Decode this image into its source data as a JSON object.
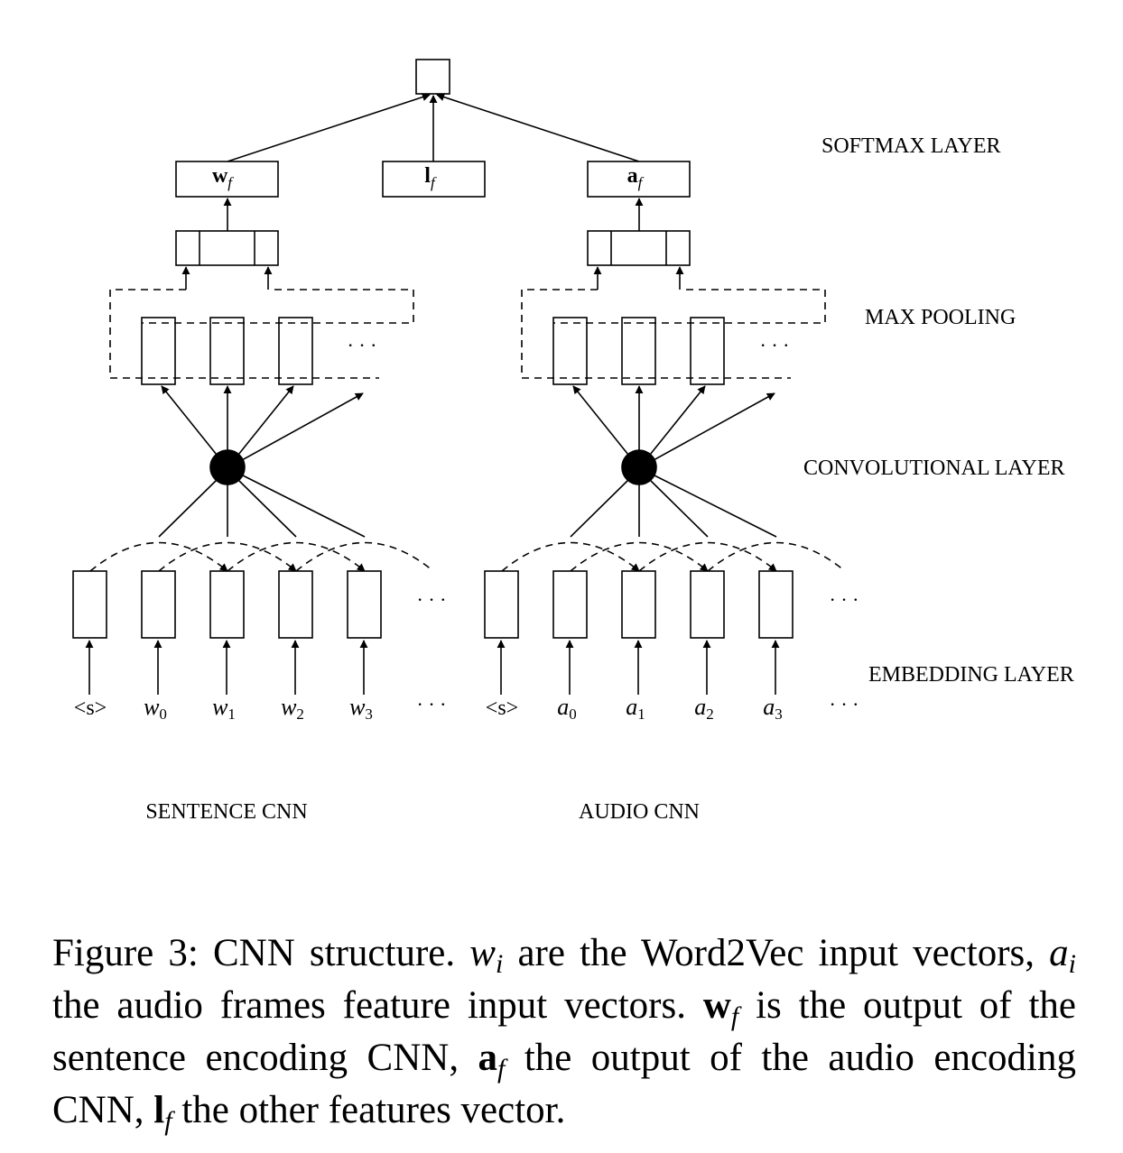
{
  "layer_labels": {
    "softmax": "SOFTMAX LAYER",
    "max_pooling": "MAX POOLING",
    "convolutional": "CONVOLUTIONAL LAYER",
    "embedding": "EMBEDDING LAYER"
  },
  "branch_labels": {
    "sentence": "SENTENCE CNN",
    "audio": "AUDIO CNN"
  },
  "output_vectors": {
    "wf": {
      "base": "w",
      "sub": "f"
    },
    "lf": {
      "base": "l",
      "sub": "f"
    },
    "af": {
      "base": "a",
      "sub": "f"
    }
  },
  "sentence_inputs": [
    {
      "text": "<s>"
    },
    {
      "base": "w",
      "sub": "0"
    },
    {
      "base": "w",
      "sub": "1"
    },
    {
      "base": "w",
      "sub": "2"
    },
    {
      "base": "w",
      "sub": "3"
    }
  ],
  "audio_inputs": [
    {
      "text": "<s>"
    },
    {
      "base": "a",
      "sub": "0"
    },
    {
      "base": "a",
      "sub": "1"
    },
    {
      "base": "a",
      "sub": "2"
    },
    {
      "base": "a",
      "sub": "3"
    }
  ],
  "ellipsis": "· · ·",
  "caption": {
    "p1": "Figure 3: CNN structure. ",
    "wi_base": "w",
    "wi_sub": "i",
    "p2": " are the Word2Vec input vectors, ",
    "ai_base": "a",
    "ai_sub": "i",
    "p3": " the audio frames feature input vectors. ",
    "wf_base": "w",
    "wf_sub": "f",
    "p4": " is the output of the sentence encoding CNN, ",
    "af_base": "a",
    "af_sub": "f",
    "p5": " the output of the audio encoding CNN, ",
    "lf_base": "l",
    "lf_sub": "f",
    "p6": " the other features vector."
  }
}
